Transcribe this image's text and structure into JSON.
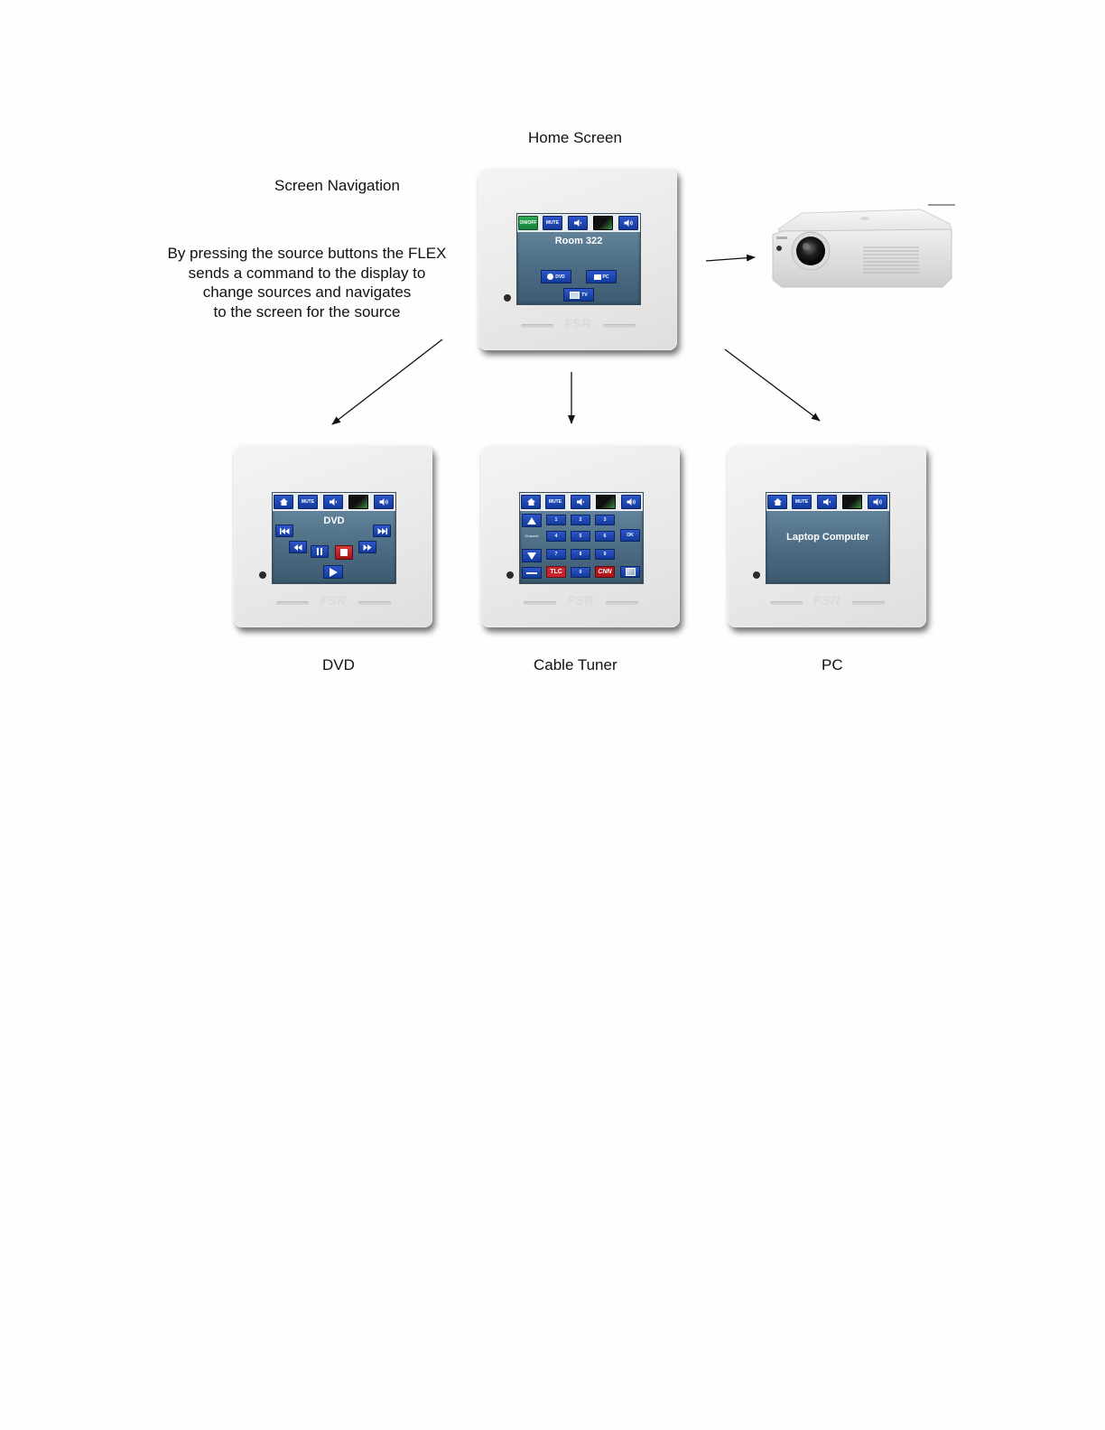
{
  "labels": {
    "home_screen": "Home Screen",
    "screen_navigation": "Screen Navigation",
    "description": [
      "By pressing the source buttons the FLEX",
      "sends a command to the display to",
      "change sources and navigates",
      "to the screen for the source"
    ],
    "dvd": "DVD",
    "cable_tuner": "Cable Tuner",
    "pc": "PC"
  },
  "panels": {
    "logo_text": "FSR",
    "home": {
      "title": "Room 322",
      "topbar": [
        "ON/OFF",
        "MUTE",
        "vol-down-icon",
        "brightness-icon",
        "vol-up-icon"
      ],
      "sources": [
        "DVD",
        "PC",
        "TV"
      ]
    },
    "dvd": {
      "title": "DVD",
      "topbar": [
        "home-icon",
        "MUTE",
        "vol-down-icon",
        "brightness-icon",
        "vol-up-icon"
      ]
    },
    "cable": {
      "topbar": [
        "home-icon",
        "MUTE",
        "vol-down-icon",
        "brightness-icon",
        "vol-up-icon"
      ],
      "keypad": [
        "1",
        "2",
        "3",
        "4",
        "5",
        "6",
        "7",
        "8",
        "9",
        "0"
      ],
      "channel_label": "Channel",
      "ok_label": "OK",
      "tlc_label": "TLC",
      "cnn_label": "CNN"
    },
    "pc": {
      "title": "Laptop Computer",
      "topbar": [
        "home-icon",
        "MUTE",
        "vol-down-icon",
        "brightness-icon",
        "vol-up-icon"
      ]
    }
  },
  "colors": {
    "screen": "#52728a",
    "button_blue": "#1c46b4",
    "button_green": "#22943f",
    "stop_red": "#c62a2a",
    "panel": "#ececec"
  }
}
